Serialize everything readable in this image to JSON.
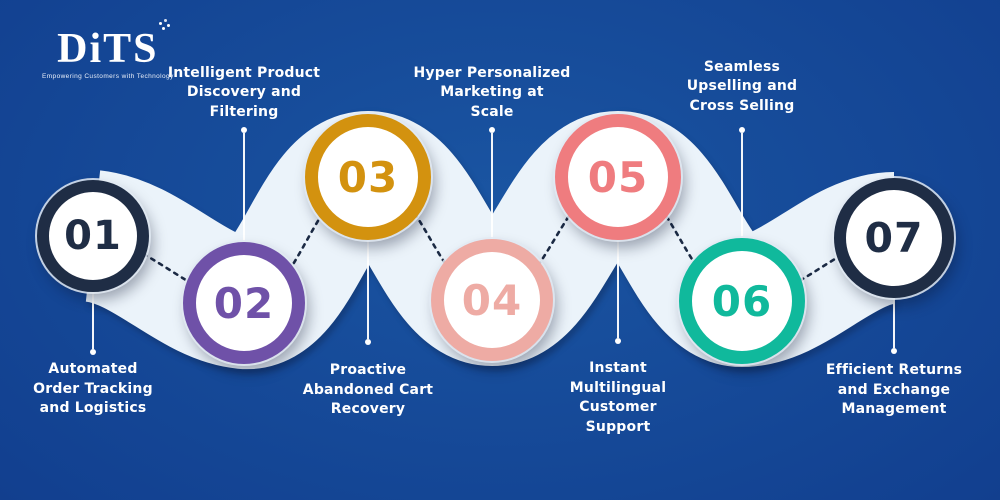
{
  "logo": {
    "brand": "DiTS",
    "tagline": "Empowering Customers with Technology"
  },
  "colors": {
    "background_center": "#1a55a2",
    "background_mid": "#124090",
    "background_edge": "#0b2e6e",
    "ribbon": "#ebf3fa",
    "connector_dash": "#1b2a44",
    "label_text": "#ffffff"
  },
  "steps": [
    {
      "number": "01",
      "color": "#1f2d45",
      "label": "Automated Order Tracking and Logistics",
      "label_lines": [
        "Automated",
        "Order Tracking",
        "and Logistics"
      ],
      "label_position": "below"
    },
    {
      "number": "02",
      "color": "#6f51a8",
      "label": "Intelligent Product Discovery and Filtering",
      "label_lines": [
        "Intelligent Product",
        "Discovery and",
        "Filtering"
      ],
      "label_position": "above"
    },
    {
      "number": "03",
      "color": "#d3920f",
      "label": "Proactive Abandoned Cart Recovery",
      "label_lines": [
        "Proactive",
        "Abandoned Cart",
        "Recovery"
      ],
      "label_position": "below"
    },
    {
      "number": "04",
      "color": "#eeaba4",
      "label": "Hyper Personalized Marketing at Scale",
      "label_lines": [
        "Hyper Personalized",
        "Marketing at",
        "Scale"
      ],
      "label_position": "above"
    },
    {
      "number": "05",
      "color": "#ef7c7f",
      "label": "Instant Multilingual Customer Support",
      "label_lines": [
        "Instant",
        "Multilingual",
        "Customer",
        "Support"
      ],
      "label_position": "below"
    },
    {
      "number": "06",
      "color": "#10b99c",
      "label": "Seamless Upselling and Cross Selling",
      "label_lines": [
        "Seamless",
        "Upselling and",
        "Cross Selling"
      ],
      "label_position": "above"
    },
    {
      "number": "07",
      "color": "#1f2d45",
      "label": "Efficient Returns and Exchange Management",
      "label_lines": [
        "Efficient Returns",
        "and Exchange",
        "Management"
      ],
      "label_position": "below"
    }
  ]
}
